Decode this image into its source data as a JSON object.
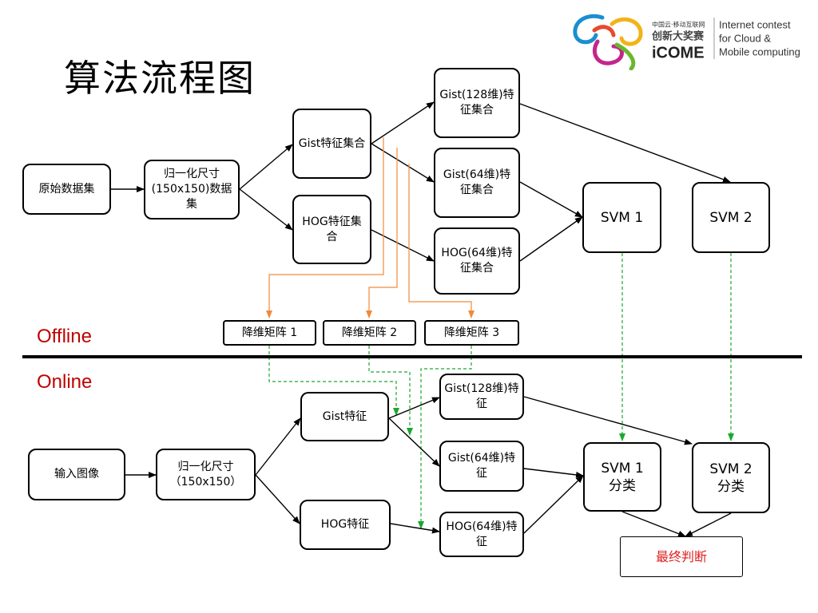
{
  "title": "算法流程图",
  "mode_labels": {
    "offline": "Offline",
    "online": "Online"
  },
  "logo": {
    "cn_small": "中国云·移动互联网",
    "cn_big": "创新大奖赛",
    "brand": "iCOME",
    "tagline": [
      "Internet  contest",
      "for Cloud &",
      "Mobile computing"
    ]
  },
  "offline": {
    "dataset": "原始数据集",
    "normalize": "归一化尺寸(150x150)数据集",
    "gist_set": "Gist特征集合",
    "hog_set": "HOG特征集合",
    "gist128": "Gist(128维)特征集合",
    "gist64": "Gist(64维)特征集合",
    "hog64": "HOG(64维)特征集合",
    "svm1": "SVM 1",
    "svm2": "SVM 2",
    "matrix1": "降维矩阵 1",
    "matrix2": "降维矩阵 2",
    "matrix3": "降维矩阵 3"
  },
  "online": {
    "input": "输入图像",
    "normalize": "归一化尺寸（150x150）",
    "gist": "Gist特征",
    "hog": "HOG特征",
    "gist128": "Gist(128维)特征",
    "gist64": "Gist(64维)特征",
    "hog64": "HOG(64维)特征",
    "svm1": "SVM 1 分类",
    "svm2": "SVM 2 分类",
    "final": "最终判断"
  }
}
